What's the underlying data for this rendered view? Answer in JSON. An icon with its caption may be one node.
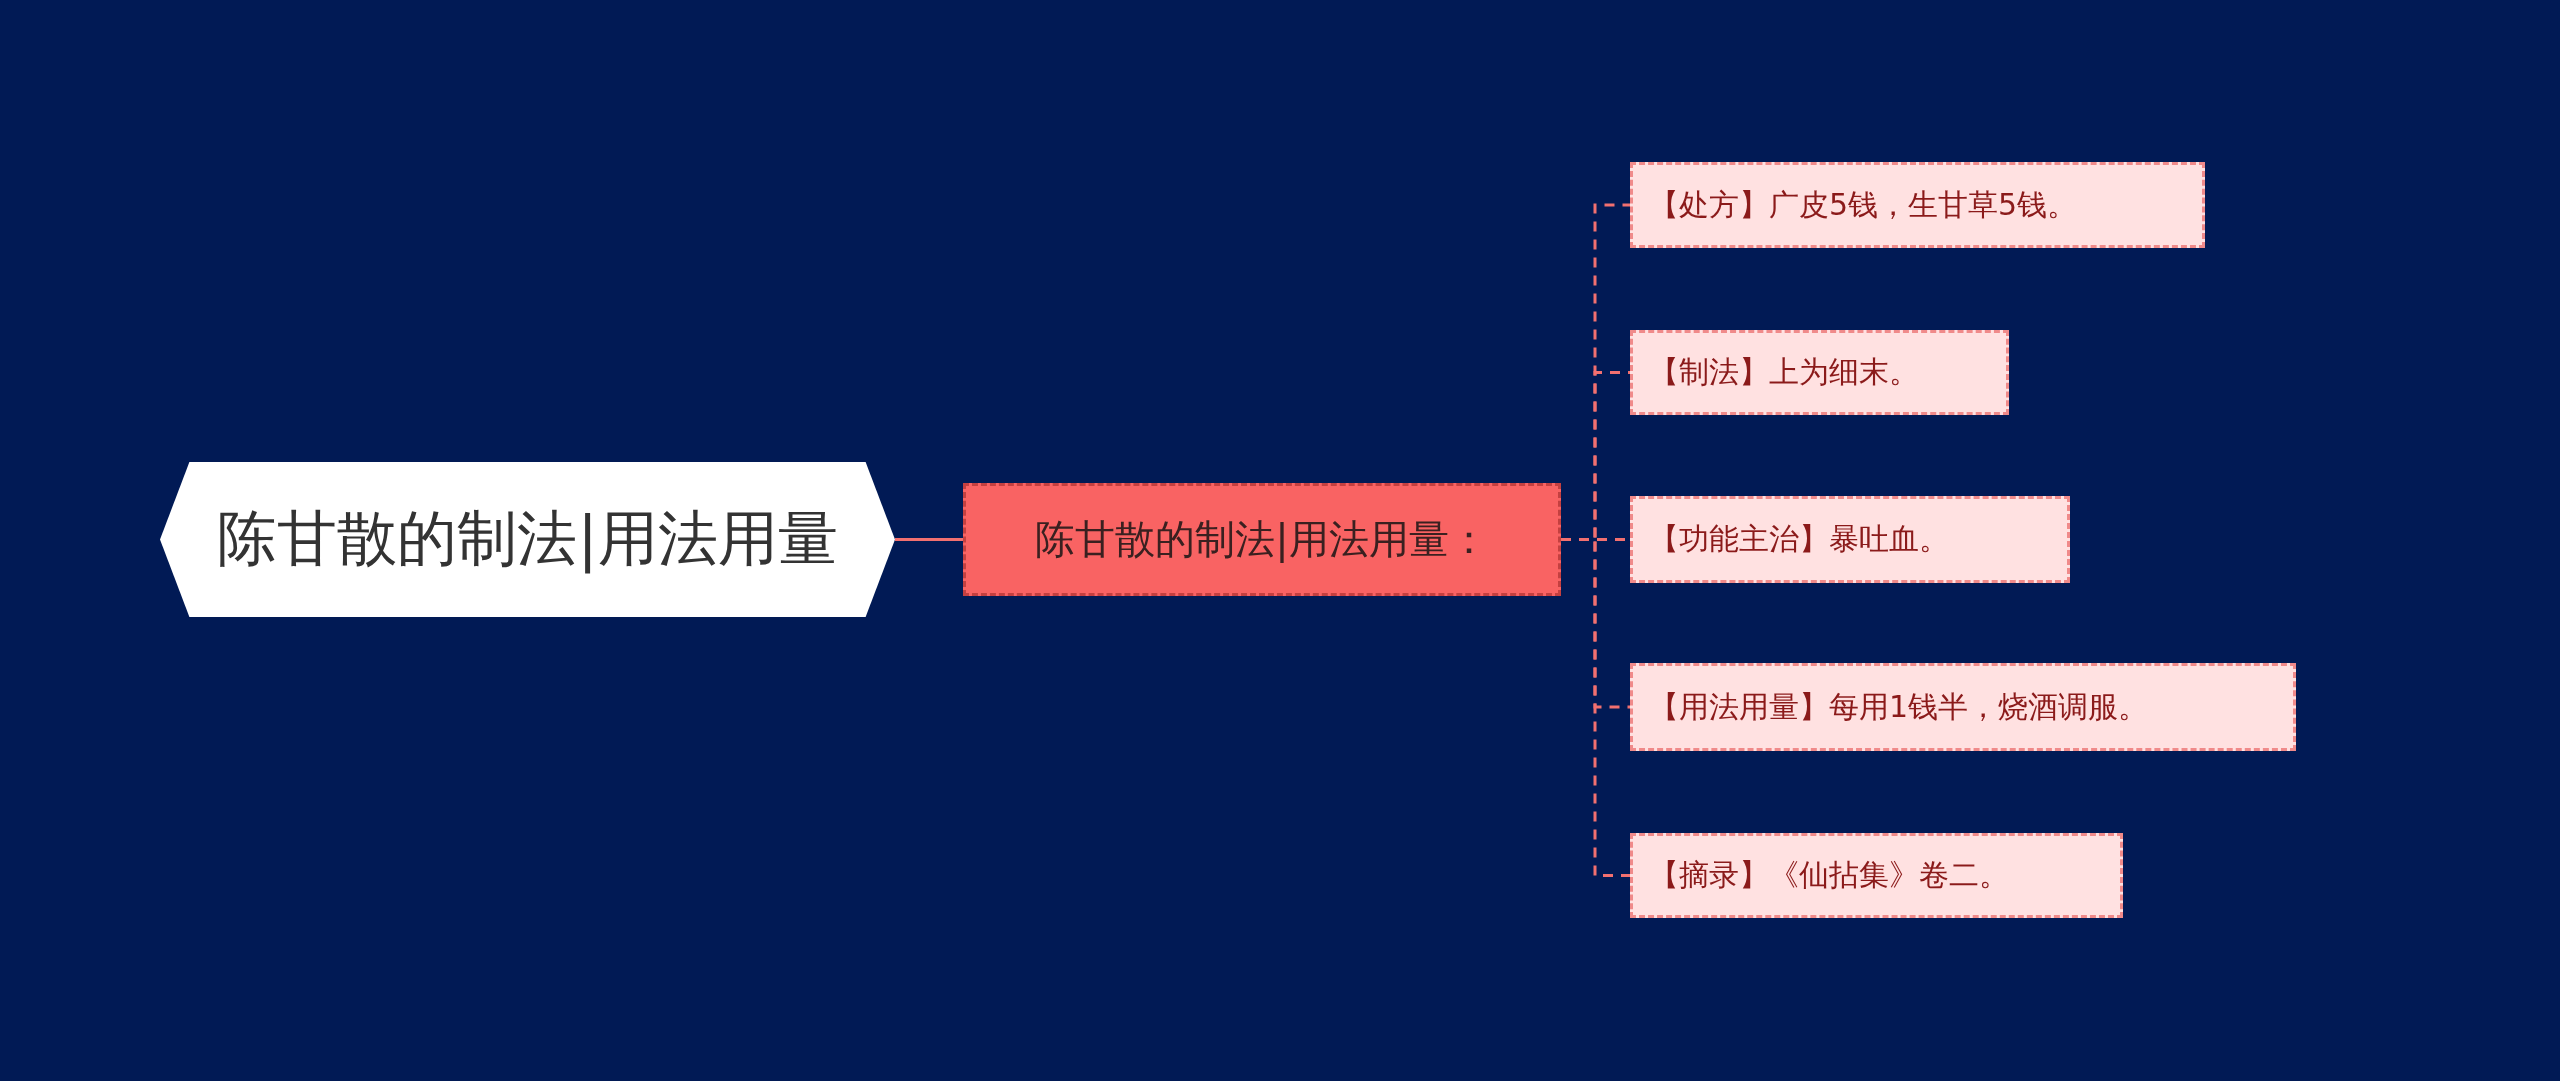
{
  "diagram": {
    "nodes": [
      {
        "text": [
          "陈甘散的制法|用法用量"
        ]
      },
      {
        "text": [
          "陈甘散的制法|用法用量："
        ]
      },
      {
        "text": [
          "【处方】广皮5钱，生甘草5钱。"
        ]
      },
      {
        "text": [
          "【制法】上为细末。"
        ]
      },
      {
        "text": [
          "【功能主治】暴吐血。"
        ]
      },
      {
        "text": [
          "【用法用量】每用1钱半，烧酒调服。"
        ]
      },
      {
        "text": [
          "【摘录】《仙拈集》卷二。"
        ]
      }
    ],
    "edges": [
      {
        "from": 0,
        "to": 1,
        "arrow": "none"
      },
      {
        "from": 1,
        "to": 2,
        "arrow": "none",
        "style": "dashed"
      },
      {
        "from": 1,
        "to": 3,
        "arrow": "none",
        "style": "dashed"
      },
      {
        "from": 1,
        "to": 4,
        "arrow": "none",
        "style": "dashed"
      },
      {
        "from": 1,
        "to": 5,
        "arrow": "none",
        "style": "dashed"
      },
      {
        "from": 1,
        "to": 6,
        "arrow": "none",
        "style": "dashed"
      }
    ]
  }
}
